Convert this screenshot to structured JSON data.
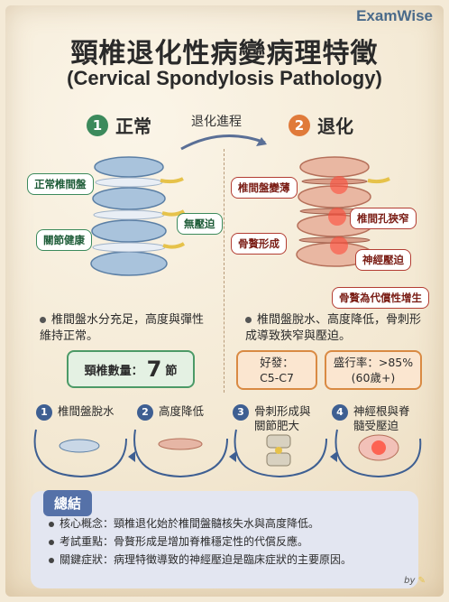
{
  "brand": "ExamWise",
  "title": "頸椎退化性病變病理特徵",
  "subtitle": "(Cervical Spondylosis Pathology)",
  "normal": {
    "number": "1",
    "heading": "正常",
    "tags": [
      "正常椎間盤",
      "關節健康",
      "無壓迫"
    ],
    "description": "椎間盤水分充足，高度與彈性維持正常。",
    "count_label": "頸椎數量：",
    "count_value": "7",
    "count_unit": "節"
  },
  "transition_label": "退化進程",
  "degenerated": {
    "number": "2",
    "heading": "退化",
    "tags": [
      "椎間盤變薄",
      "骨贅形成",
      "椎間孔狹窄",
      "神經壓迫",
      "骨贅為代償性增生"
    ],
    "description": "椎間盤脫水、高度降低，骨刺形成導致狹窄與壓迫。",
    "onset_label": "好發：",
    "onset_value": "C5-C7",
    "prevalence_label": "盛行率：>85%",
    "prevalence_value": "(60歲+)"
  },
  "steps": [
    {
      "number": "1",
      "label": "椎間盤脫水"
    },
    {
      "number": "2",
      "label": "高度降低"
    },
    {
      "number": "3",
      "label": "骨刺形成與關節肥大"
    },
    {
      "number": "4",
      "label": "神經根與脊髓受壓迫"
    }
  ],
  "summary": {
    "heading": "總結",
    "items": [
      "核心概念：頸椎退化始於椎間盤髓核失水與高度降低。",
      "考試重點：骨贅形成是增加脊椎穩定性的代償反應。",
      "關鍵症狀：病理特徵導致的神經壓迫是臨床症狀的主要原因。"
    ]
  },
  "byline": "by",
  "colors": {
    "green": "#3c8a5c",
    "orange": "#e07a3a",
    "navy": "#3e5f92"
  }
}
